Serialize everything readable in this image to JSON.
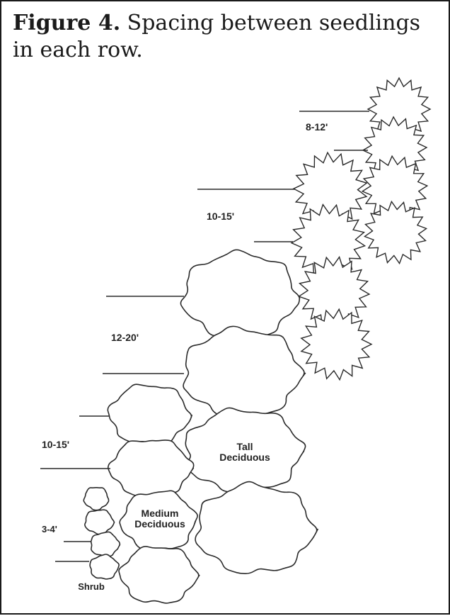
{
  "caption": {
    "label": "Figure 4.",
    "text": " Spacing between seedlings in each row."
  },
  "diagram": {
    "spacing_labels": [
      "8-12'",
      "10-15'",
      "12-20'",
      "10-15'",
      "3-4'"
    ],
    "plant_labels": {
      "tall_line1": "Tall",
      "tall_line2": "Deciduous",
      "medium_line1": "Medium",
      "medium_line2": "Deciduous",
      "shrub": "Shrub"
    }
  }
}
